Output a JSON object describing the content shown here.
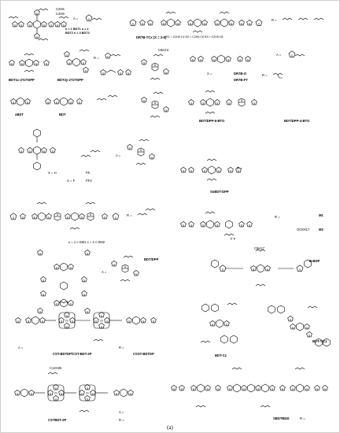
{
  "figure": {
    "caption": "(a)",
    "compounds": [
      {
        "name": "DR7B-TCx (X = 2-8)",
        "r_values": "R1 = C2H5   C4   R2 = C2H5   C6   R3 = C2H5   C8"
      },
      {
        "name": "BDT1",
        "variants": "n = 1  BDT1   n = 2  BDT2   n = 3  BDT3"
      },
      {
        "name": "BDT1c-2TzTDPP"
      },
      {
        "name": "BDT2y-2TzTDPP"
      },
      {
        "name": "DR7B-O"
      },
      {
        "name": "DR7B-FT"
      },
      {
        "name": "BDT"
      },
      {
        "name": "sBDT"
      },
      {
        "name": "BDT/DPP-6-BTO"
      },
      {
        "name": "BDT/DPP-4-BTO"
      },
      {
        "name": "SnBDT-DPP"
      },
      {
        "name": "c-SM1",
        "variants": "x = 1  c-SM1   x = 2  c-SM2"
      },
      {
        "name": "M1"
      },
      {
        "name": "M2"
      },
      {
        "name": "BDT/DPP"
      },
      {
        "name": "B-BDP"
      },
      {
        "name": "CST-BDTDP/CST-BDT-2P"
      },
      {
        "name": "CSST-BDTDP"
      },
      {
        "name": "BDT-Cz"
      },
      {
        "name": "BDT-T-Cz"
      },
      {
        "name": "CSTBDT-2P"
      },
      {
        "name": "SBDTBDD"
      }
    ],
    "small_labels": {
      "a_eq": "A =",
      "r_eq": "R =",
      "x_eq": "X =",
      "d_eq": "D =",
      "c2h5": "C2H5",
      "c4h9": "C4H9",
      "c6h13": "C6H13",
      "c8h17": "C8H17",
      "oc8h17": "OC8H17",
      "c12h25": "C12H25",
      "ph": "Ph",
      "hh": "H   H",
      "ff": "F   F",
      "pf2": "PF2",
      "x_h": "X = H",
      "x_f": "X = F"
    }
  }
}
